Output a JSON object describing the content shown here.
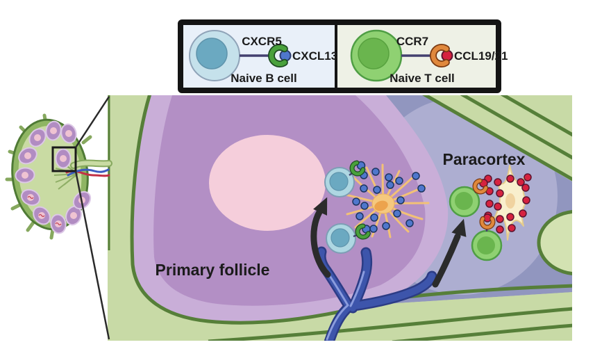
{
  "legend": {
    "b_panel": {
      "receptor": "CXCR5",
      "chemokine": "CXCL13",
      "cell": "Naive B cell"
    },
    "t_panel": {
      "receptor": "CCR7",
      "chemokine": "CCL19/21",
      "cell": "Naive T cell"
    }
  },
  "main": {
    "primary_follicle_label": "Primary follicle",
    "paracortex_label": "Paracortex"
  },
  "colors": {
    "b_cell": "#aed7e2",
    "b_cell_nucleus": "#6ba9c1",
    "t_cell": "#8fd172",
    "t_cell_nucleus": "#6ab54e",
    "cxcr5_receptor": "#49a13c",
    "cxcl13_ligand": "#4f77cc",
    "ccr7_receptor": "#e0883c",
    "ccl19_21_ligand": "#d6223f",
    "follicle": "#b38fc5",
    "follicle_light": "#c9aed8",
    "follicle_center_pink": "#f5cedb",
    "paracortex": "#9196bf",
    "paracortex_light": "#adaed1",
    "capsule_green": "#c8daa6",
    "capsule_dark_green": "#567f39",
    "vessel_blue": "#3d55ab",
    "fdc_orange": "#f5c87e",
    "frc_cream": "#f9efcd",
    "legend_b_bg": "#e9f0f9",
    "legend_t_bg": "#eef1e6"
  }
}
